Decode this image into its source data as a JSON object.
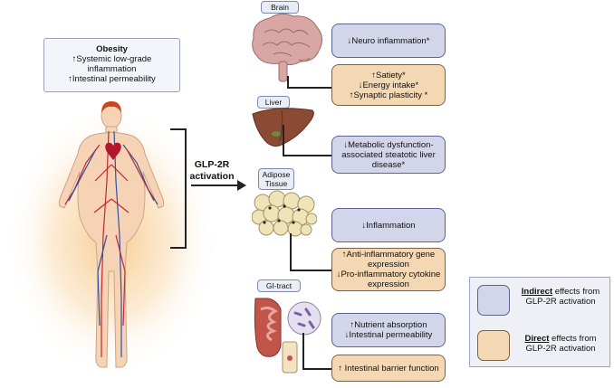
{
  "obesity_box": {
    "title": "Obesity",
    "lines": "↑Systemic low-grade\ninflammation\n↑Intestinal permeability"
  },
  "activation_label": "GLP-2R\nactivation",
  "organs": {
    "brain": {
      "label": "Brain",
      "indirect": "↓Neuro inflammation*",
      "direct": "↑Satiety*\n↓Energy intake*\n↑Synaptic plasticity *"
    },
    "liver": {
      "label": "Liver",
      "indirect": "↓Metabolic dysfunction-\nassociated steatotic liver\ndisease*"
    },
    "adipose": {
      "label": "Adipose\nTissue",
      "indirect": "↓Inflammation",
      "direct": "↑Anti-inflammatory gene\nexpression\n↓Pro-inflammatory cytokine\nexpression"
    },
    "gi": {
      "label": "GI-tract",
      "indirect": "↑Nutrient absorption\n↓Intestinal permeability",
      "direct": "↑ Intestinal barrier function"
    }
  },
  "legend": {
    "indirect_bold": "Indirect",
    "indirect_rest": " effects from\nGLP-2R activation",
    "direct_bold": "Direct",
    "direct_rest": " effects from\nGLP-2R activation",
    "indirect_color": "#d3d6ea",
    "direct_color": "#f3d8b3"
  }
}
